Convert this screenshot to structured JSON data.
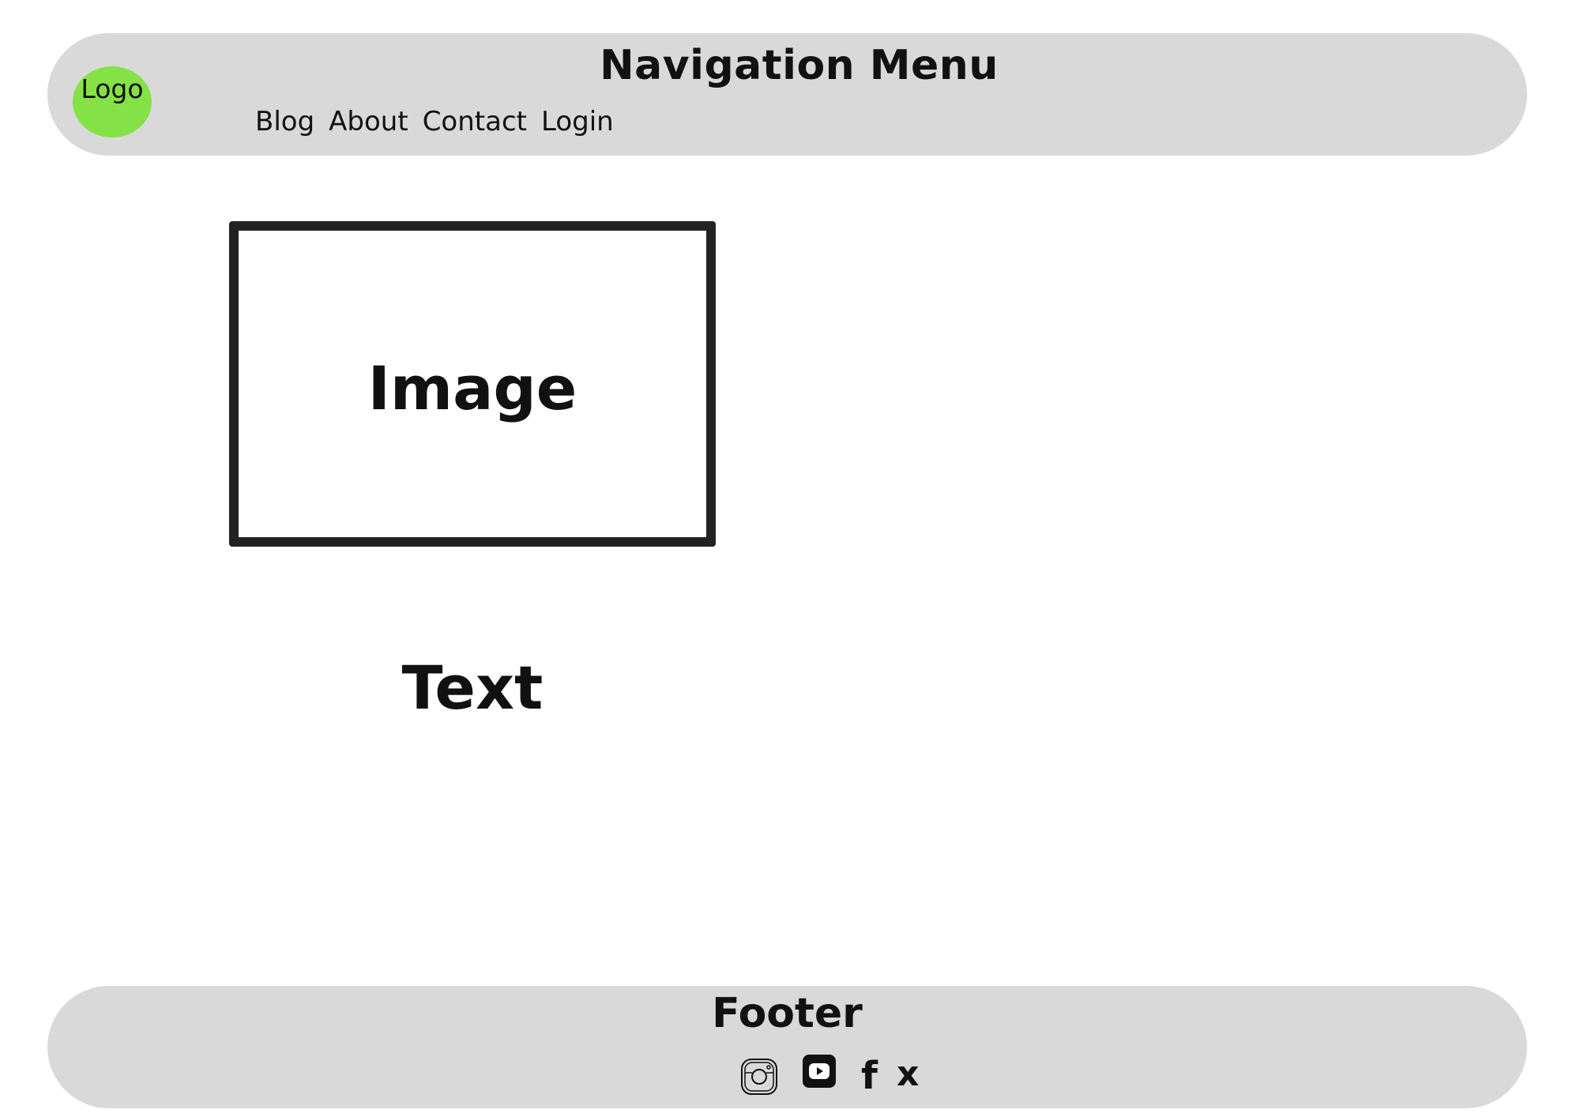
{
  "header": {
    "logo_label": "Logo",
    "title": "Navigation Menu",
    "nav_links": [
      "Blog",
      "About",
      "Contact",
      "Login"
    ]
  },
  "main": {
    "image_label": "Image",
    "text_label": "Text"
  },
  "footer": {
    "title": "Footer",
    "social_icons": [
      "instagram-icon",
      "youtube-icon",
      "facebook-icon",
      "x-icon"
    ],
    "facebook_glyph": "f",
    "x_glyph": "x"
  },
  "colors": {
    "bar_background": "#d9d9d9",
    "logo_green": "#84e246",
    "image_border": "#222222",
    "text": "#111111"
  }
}
